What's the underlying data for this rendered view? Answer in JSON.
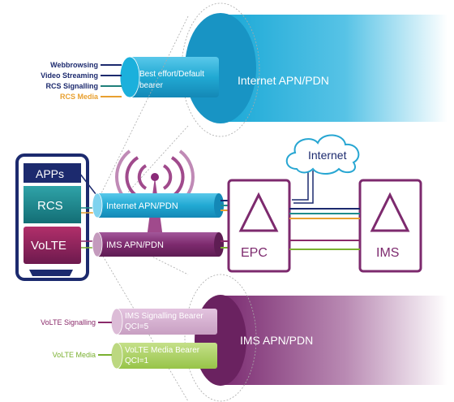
{
  "top_flows": [
    {
      "label": "Webbrowsing",
      "color": "#1c2a6e"
    },
    {
      "label": "Video Streaming",
      "color": "#1c2a6e"
    },
    {
      "label": "RCS Signalling",
      "color": "#1f7f7a"
    },
    {
      "label": "RCS Media",
      "color": "#e8a030"
    }
  ],
  "top_bearer": {
    "label_line1": "Best effort/Default",
    "label_line2": "bearer"
  },
  "top_pdn_label": "Internet APN/PDN",
  "device": {
    "apps_label": "APPs",
    "rcs_label": "RCS",
    "volte_label": "VoLTE"
  },
  "internet_pipe_label": "Internet APN/PDN",
  "ims_pipe_label": "IMS APN/PDN",
  "cloud_label": "Internet",
  "epc_label": "EPC",
  "ims_label": "IMS",
  "bottom_flows": [
    {
      "label": "VoLTE Signalling",
      "color": "#8a2a6a"
    },
    {
      "label": "VoLTE Media",
      "color": "#7ab030"
    }
  ],
  "bottom_bearers": [
    {
      "label_line1": "IMS Signalling Bearer",
      "label_line2": "QCI=5"
    },
    {
      "label_line1": "VoLTE Media Bearer",
      "label_line2": "QCI=1"
    }
  ],
  "bottom_pdn_label": "IMS APN/PDN",
  "colors": {
    "cyan": "#27b4d8",
    "purple": "#7d2a6e",
    "navy": "#1c2a6e",
    "teal": "#1f8c8c",
    "green": "#8cc03c",
    "orange": "#e8a030"
  }
}
